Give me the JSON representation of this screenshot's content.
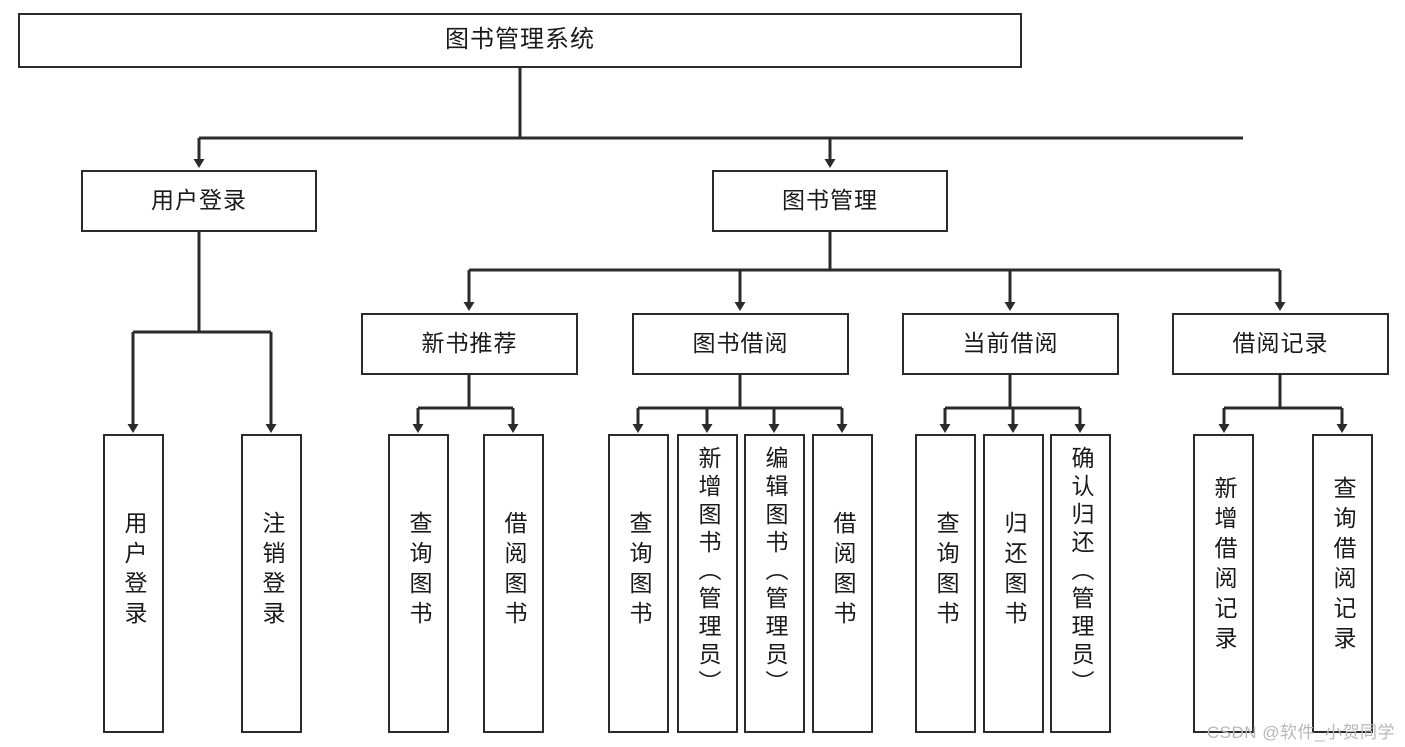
{
  "diagram": {
    "type": "tree-hierarchy",
    "title": "图书管理系统",
    "watermark": "CSDN @软件_小贺同学",
    "stroke_color": "#2b2b2b",
    "fill_color": "#ffffff",
    "text_color": "#1a1a1a",
    "watermark_color": "#b8b8b8",
    "nodes": {
      "root": {
        "label": "图书管理系统",
        "level": 1,
        "orientation": "horizontal"
      },
      "l2": [
        {
          "label": "用户登录",
          "level": 2,
          "orientation": "horizontal"
        },
        {
          "label": "图书管理",
          "level": 2,
          "orientation": "horizontal"
        }
      ],
      "l3": [
        {
          "label": "新书推荐",
          "level": 3,
          "orientation": "horizontal"
        },
        {
          "label": "图书借阅",
          "level": 3,
          "orientation": "horizontal"
        },
        {
          "label": "当前借阅",
          "level": 3,
          "orientation": "horizontal"
        },
        {
          "label": "借阅记录",
          "level": 3,
          "orientation": "horizontal"
        }
      ],
      "leaves": {
        "user_login": [
          {
            "label": "用户登录",
            "orientation": "vertical"
          },
          {
            "label": "注销登录",
            "orientation": "vertical"
          }
        ],
        "new_book_recommend": [
          {
            "label": "查询图书",
            "orientation": "vertical"
          },
          {
            "label": "借阅图书",
            "orientation": "vertical"
          }
        ],
        "book_borrow": [
          {
            "label": "查询图书",
            "orientation": "vertical"
          },
          {
            "label": "新增图书（管理员）",
            "orientation": "vertical"
          },
          {
            "label": "编辑图书（管理员）",
            "orientation": "vertical"
          },
          {
            "label": "借阅图书",
            "orientation": "vertical"
          }
        ],
        "current_borrow": [
          {
            "label": "查询图书",
            "orientation": "vertical"
          },
          {
            "label": "归还图书",
            "orientation": "vertical"
          },
          {
            "label": "确认归还（管理员）",
            "orientation": "vertical"
          }
        ],
        "borrow_record": [
          {
            "label": "新增借阅记录",
            "orientation": "vertical"
          },
          {
            "label": "查询借阅记录",
            "orientation": "vertical"
          }
        ]
      }
    }
  }
}
